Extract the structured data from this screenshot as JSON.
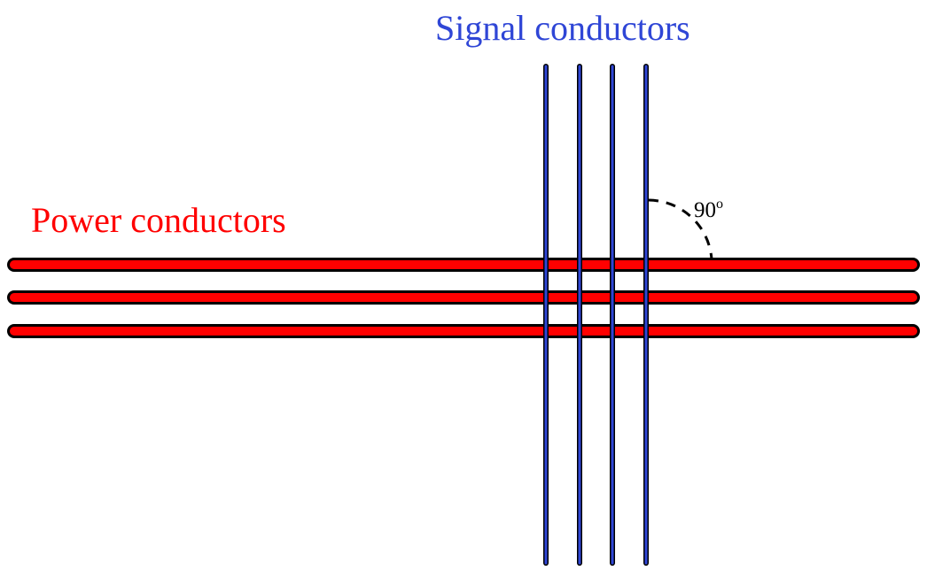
{
  "labels": {
    "signal": "Signal conductors",
    "power": "Power conductors",
    "angle_value": "90",
    "angle_unit": "o"
  },
  "colors": {
    "signal": "#2f46d6",
    "power": "#ff0000",
    "outline": "#000000",
    "background": "#ffffff"
  },
  "conductors": {
    "power_count": 3,
    "signal_count": 4
  }
}
